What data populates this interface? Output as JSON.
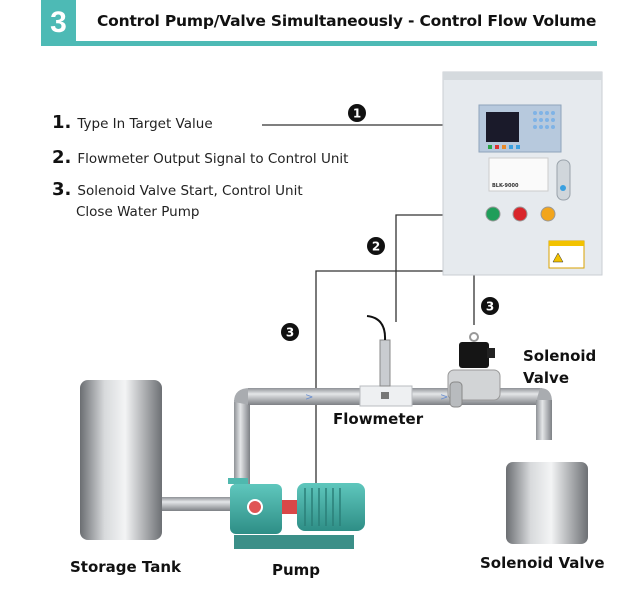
{
  "header": {
    "step_number": "3",
    "title": "Control Pump/Valve Simultaneously - Control Flow Volume",
    "accent_color": "#4dbab5"
  },
  "steps": [
    {
      "num": "1.",
      "text": "Type In Target Value"
    },
    {
      "num": "2.",
      "text": "Flowmeter Output Signal to Control Unit"
    },
    {
      "num": "3.",
      "text_line1": "Solenoid Valve Start,  Control Unit",
      "text_line2": "Close Water Pump"
    }
  ],
  "markers": [
    "1",
    "2",
    "3",
    "3"
  ],
  "labels": {
    "storage_tank": "Storage Tank",
    "pump": "Pump",
    "flowmeter": "Flowmeter",
    "solenoid_valve_line1": "Solenoid",
    "solenoid_valve_line2": "Valve",
    "solenoid_valve_tank": "Solenoid Valve"
  },
  "control_unit": {
    "model": "BLK-9000",
    "button_colors": [
      "#1f9e5a",
      "#d9252a",
      "#f2a51c"
    ]
  }
}
